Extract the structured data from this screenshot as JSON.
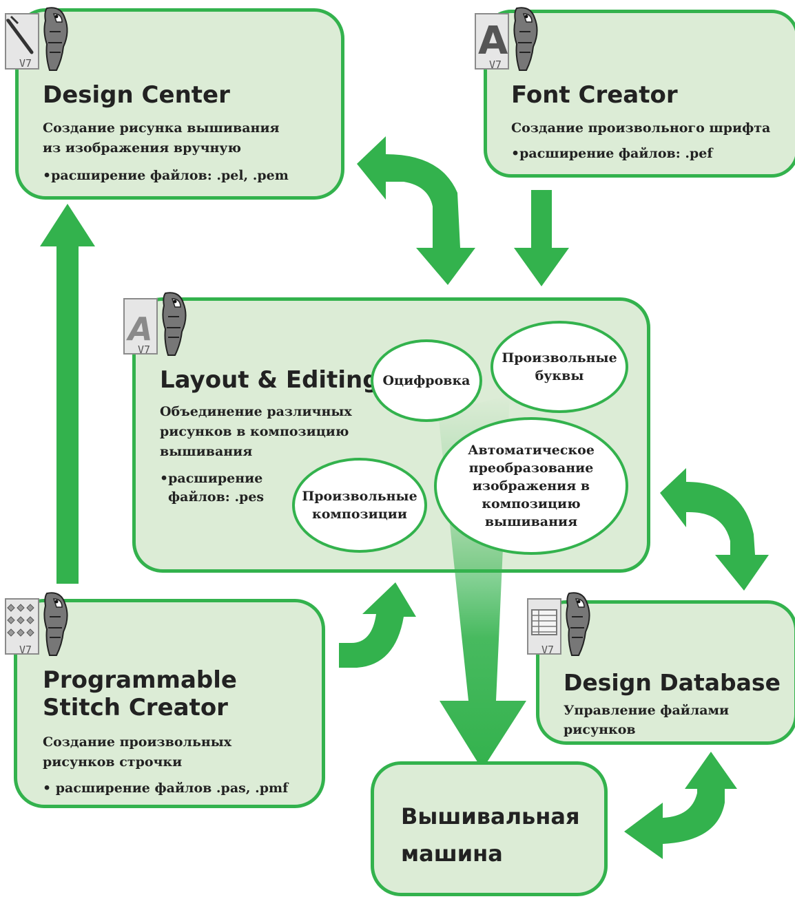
{
  "colors": {
    "accent": "#33b24d",
    "box_fill": "#dcecd6",
    "text": "#222222"
  },
  "design_center": {
    "icon": "design-center-v7-parrot-icon",
    "title": "Design Center",
    "desc_line1": "Создание рисунка вышивания",
    "desc_line2": "из изображения вручную",
    "ext": "•расширение файлов: .pel, .pem"
  },
  "font_creator": {
    "icon": "font-creator-v7-parrot-icon",
    "title": "Font Creator",
    "desc": "Создание произвольного шрифта",
    "ext": "•расширение файлов: .pef"
  },
  "layout_editing": {
    "icon": "layout-editing-v7-parrot-icon",
    "title": "Layout & Editing",
    "desc_line1": "Объединение различных",
    "desc_line2": "рисунков в композицию",
    "desc_line3": "вышивания",
    "ext_line1": "•расширение",
    "ext_line2": "файлов: .pes",
    "features": {
      "digitize": "Оцифровка",
      "custom_letters": "Произвольные\nбуквы",
      "auto_convert": "Автоматическое\nпреобразование\nизображения в\nкомпозицию\nвышивания",
      "custom_layouts": "Произвольные\nкомпозиции"
    }
  },
  "stitch_creator": {
    "icon": "stitch-creator-v7-parrot-icon",
    "title_line1": "Programmable",
    "title_line2": "Stitch Creator",
    "desc_line1": "Создание произвольных",
    "desc_line2": "рисунков строчки",
    "ext": "• расширение файлов .pas, .pmf"
  },
  "design_database": {
    "icon": "design-database-v7-parrot-icon",
    "title": "Design Database",
    "desc_line1": "Управление файлами",
    "desc_line2": "рисунков"
  },
  "machine": {
    "title_line1": "Вышивальная",
    "title_line2": "машина"
  }
}
